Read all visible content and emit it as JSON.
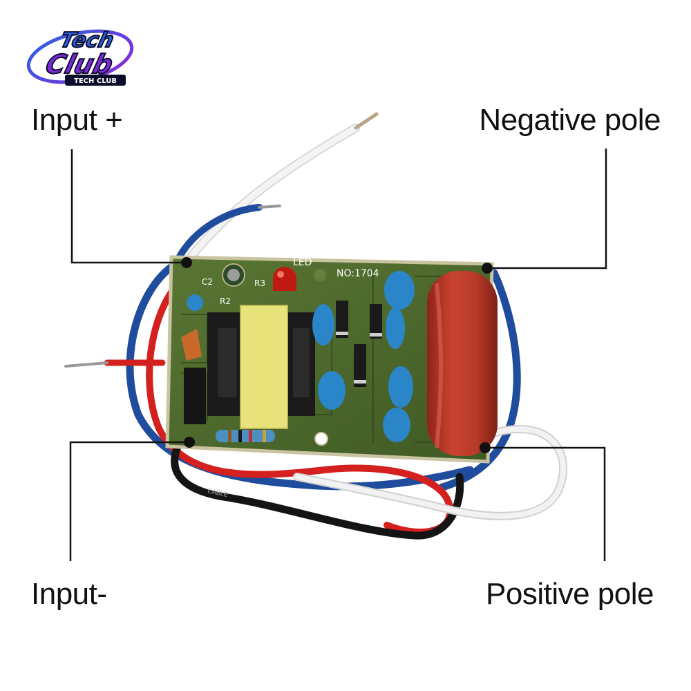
{
  "brand": {
    "logo_primary": "Tech Club",
    "logo_secondary": "TECH CLUB"
  },
  "labels": {
    "input_plus": "Input +",
    "negative_pole": "Negative pole",
    "input_minus": "Input-",
    "positive_pole": "Positive pole"
  },
  "board": {
    "model": "NO:1704",
    "led_label": "LED",
    "c2_label": "C2",
    "r2_label": "R2",
    "r3_label": "R3",
    "cable_text": "CABLE"
  },
  "colors": {
    "pcb": "#4f6b2c",
    "capacitor": "#b8352a",
    "wire_red": "#d4201e",
    "wire_blue": "#1f4c9c",
    "wire_black": "#141414",
    "wire_white": "#eeeeee",
    "logo_purple": "#6b2bd0",
    "logo_blue": "#2a62e0"
  }
}
